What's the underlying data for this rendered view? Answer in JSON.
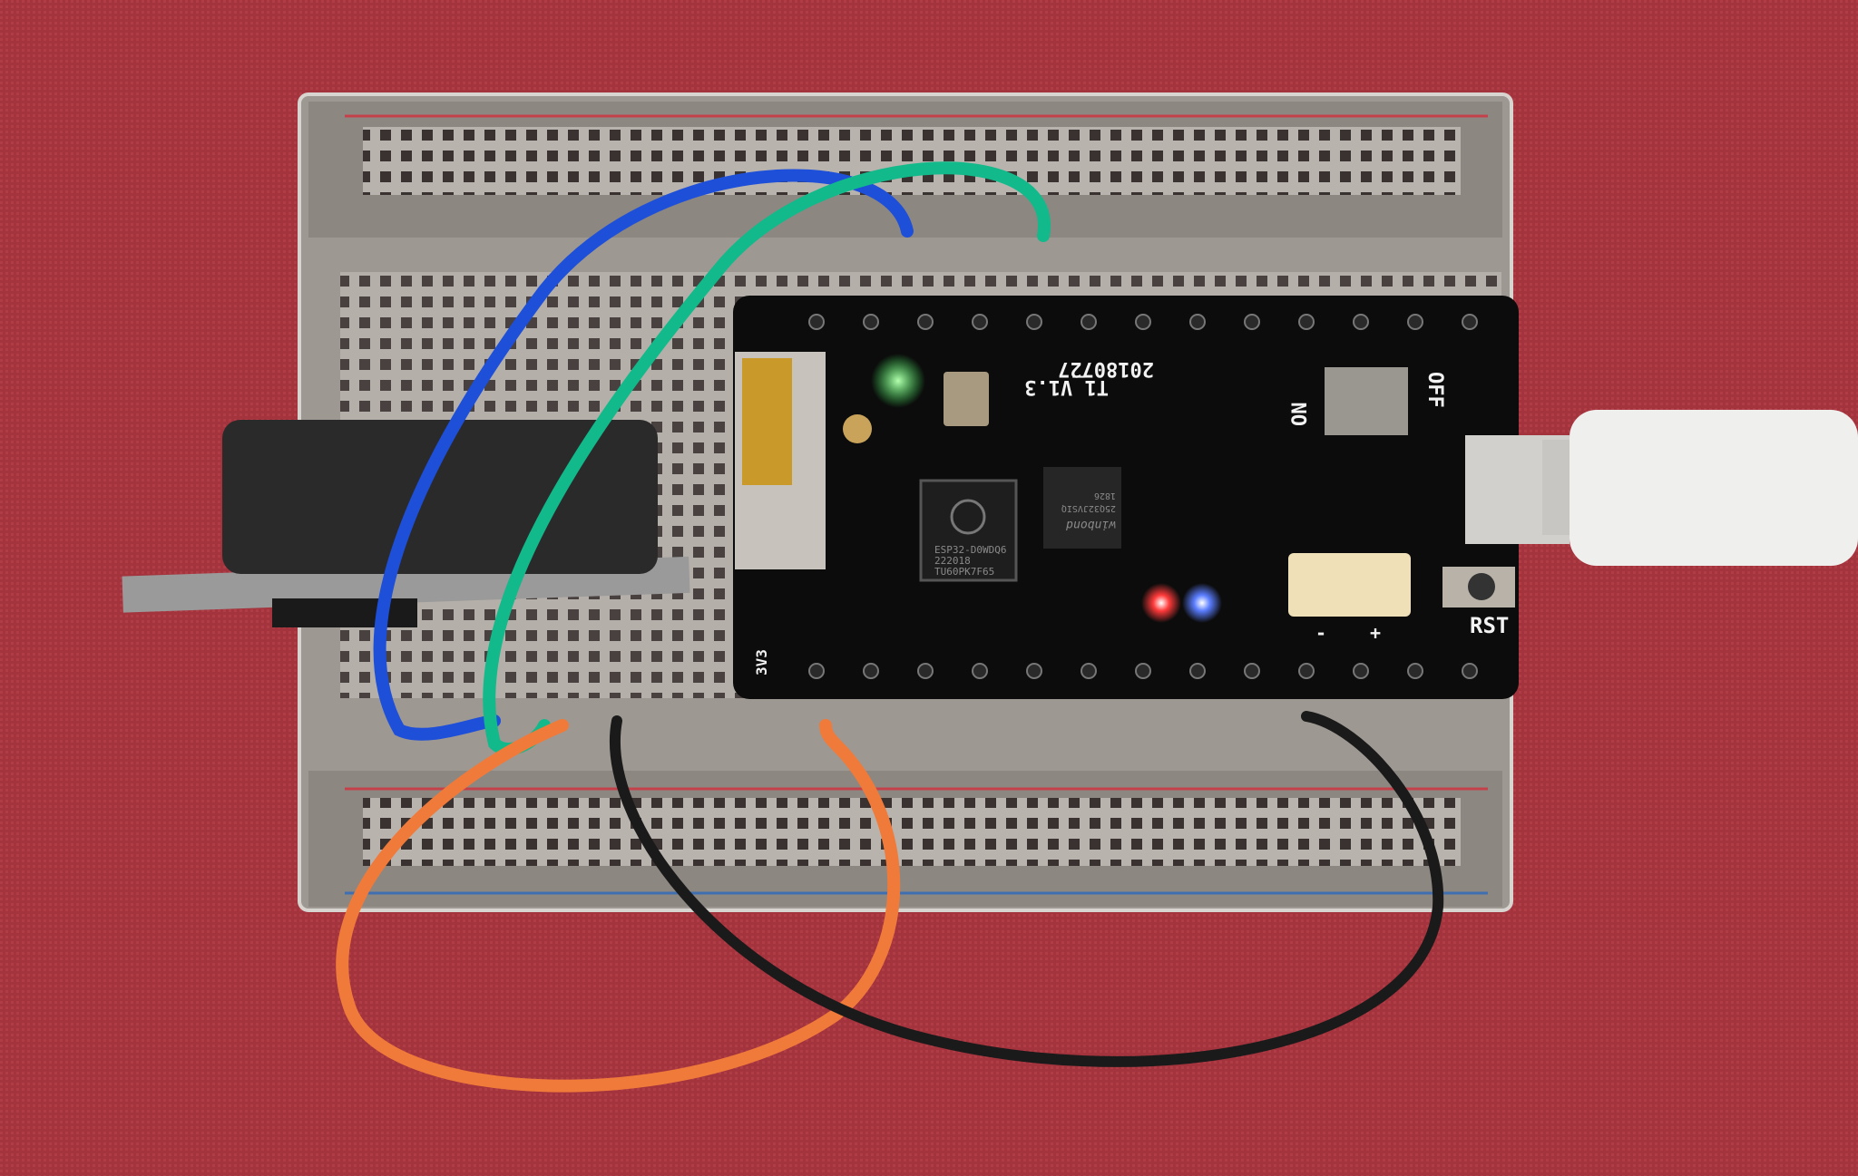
{
  "scene": {
    "background_color": "#a3333d",
    "board": {
      "model_label": "T1_V1.3",
      "date_label": "20180727",
      "switch_on_label": "ON",
      "switch_off_label": "OFF",
      "reset_label": "RST",
      "battery_minus_label": "-",
      "battery_plus_label": "+",
      "pin_label": "3V3"
    },
    "mcu_chip": {
      "line1": "ESP32-D0WDQ6",
      "line2": "222018",
      "line3": "TU60PK7F65"
    },
    "flash_chip": {
      "brand": "winbond",
      "line1": "25Q32JVSIQ",
      "line2": "1826"
    },
    "leds": {
      "green": "#39ff5a",
      "red": "#ff3a3a",
      "blue": "#5a7dff"
    },
    "wire_colors": {
      "blue": "#1e4fd8",
      "green": "#12b98a",
      "orange": "#f07a3a",
      "black": "#1a1a1a"
    }
  }
}
